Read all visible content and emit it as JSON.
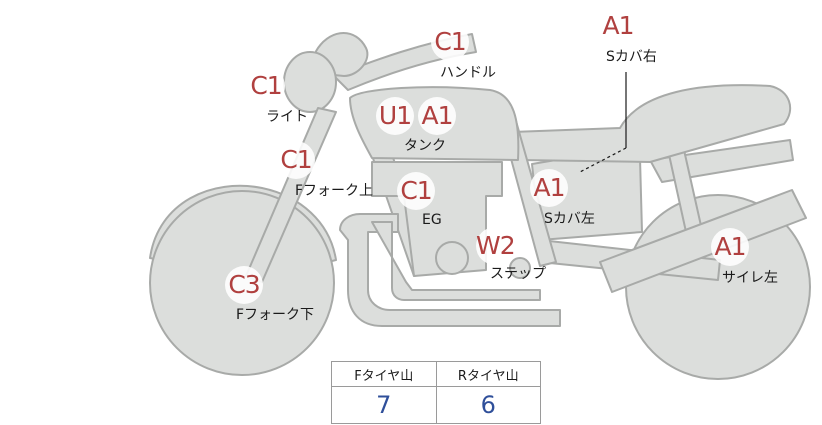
{
  "colors": {
    "bike_fill": "#dcdedc",
    "bike_stroke": "#a8aaa8",
    "grade_text": "#b0403f",
    "value_text": "#2f4f9a"
  },
  "markers": [
    {
      "name": "handle",
      "grade": "C1",
      "label": "ハンドル"
    },
    {
      "name": "light",
      "grade": "C1",
      "label": "ライト"
    },
    {
      "name": "tank",
      "grades": [
        "U1",
        "A1"
      ],
      "label": "タンク"
    },
    {
      "name": "fork-upper",
      "grade": "C1",
      "label": "Fフォーク上"
    },
    {
      "name": "engine",
      "grade": "C1",
      "label": "EG"
    },
    {
      "name": "side-cover-left",
      "grade": "A1",
      "label": "Sカバ左"
    },
    {
      "name": "side-cover-right",
      "grade": "A1",
      "label": "Sカバ右"
    },
    {
      "name": "step",
      "grade": "W2",
      "label": "ステップ"
    },
    {
      "name": "fork-lower",
      "grade": "C3",
      "label": "Fフォーク下"
    },
    {
      "name": "silencer-left",
      "grade": "A1",
      "label": "サイレ左"
    }
  ],
  "tread_table": {
    "headers": [
      "Fタイヤ山",
      "Rタイヤ山"
    ],
    "values": [
      "7",
      "6"
    ]
  }
}
